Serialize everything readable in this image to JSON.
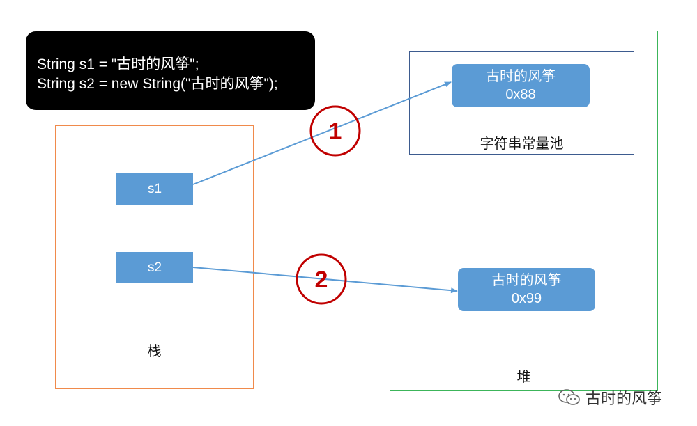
{
  "code": {
    "line1": "String s1 = \"古时的风筝\";",
    "line2": "String s2 = new String(\"古时的风筝\");"
  },
  "stack": {
    "label": "栈",
    "vars": [
      {
        "name": "s1"
      },
      {
        "name": "s2"
      }
    ]
  },
  "heap": {
    "label": "堆",
    "pool_label": "字符串常量池",
    "pool_object": {
      "value": "古时的风筝",
      "address": "0x88"
    },
    "heap_object": {
      "value": "古时的风筝",
      "address": "0x99"
    }
  },
  "markers": [
    "1",
    "2"
  ],
  "watermark": {
    "text": "古时的风筝",
    "icon": "wechat-icon"
  },
  "colors": {
    "box_fill": "#5b9bd5",
    "arrow": "#5b9bd5",
    "marker": "#c00000",
    "stack_border": "#f08a4b",
    "heap_border": "#3cb55a",
    "pool_border": "#3d5b8f"
  }
}
